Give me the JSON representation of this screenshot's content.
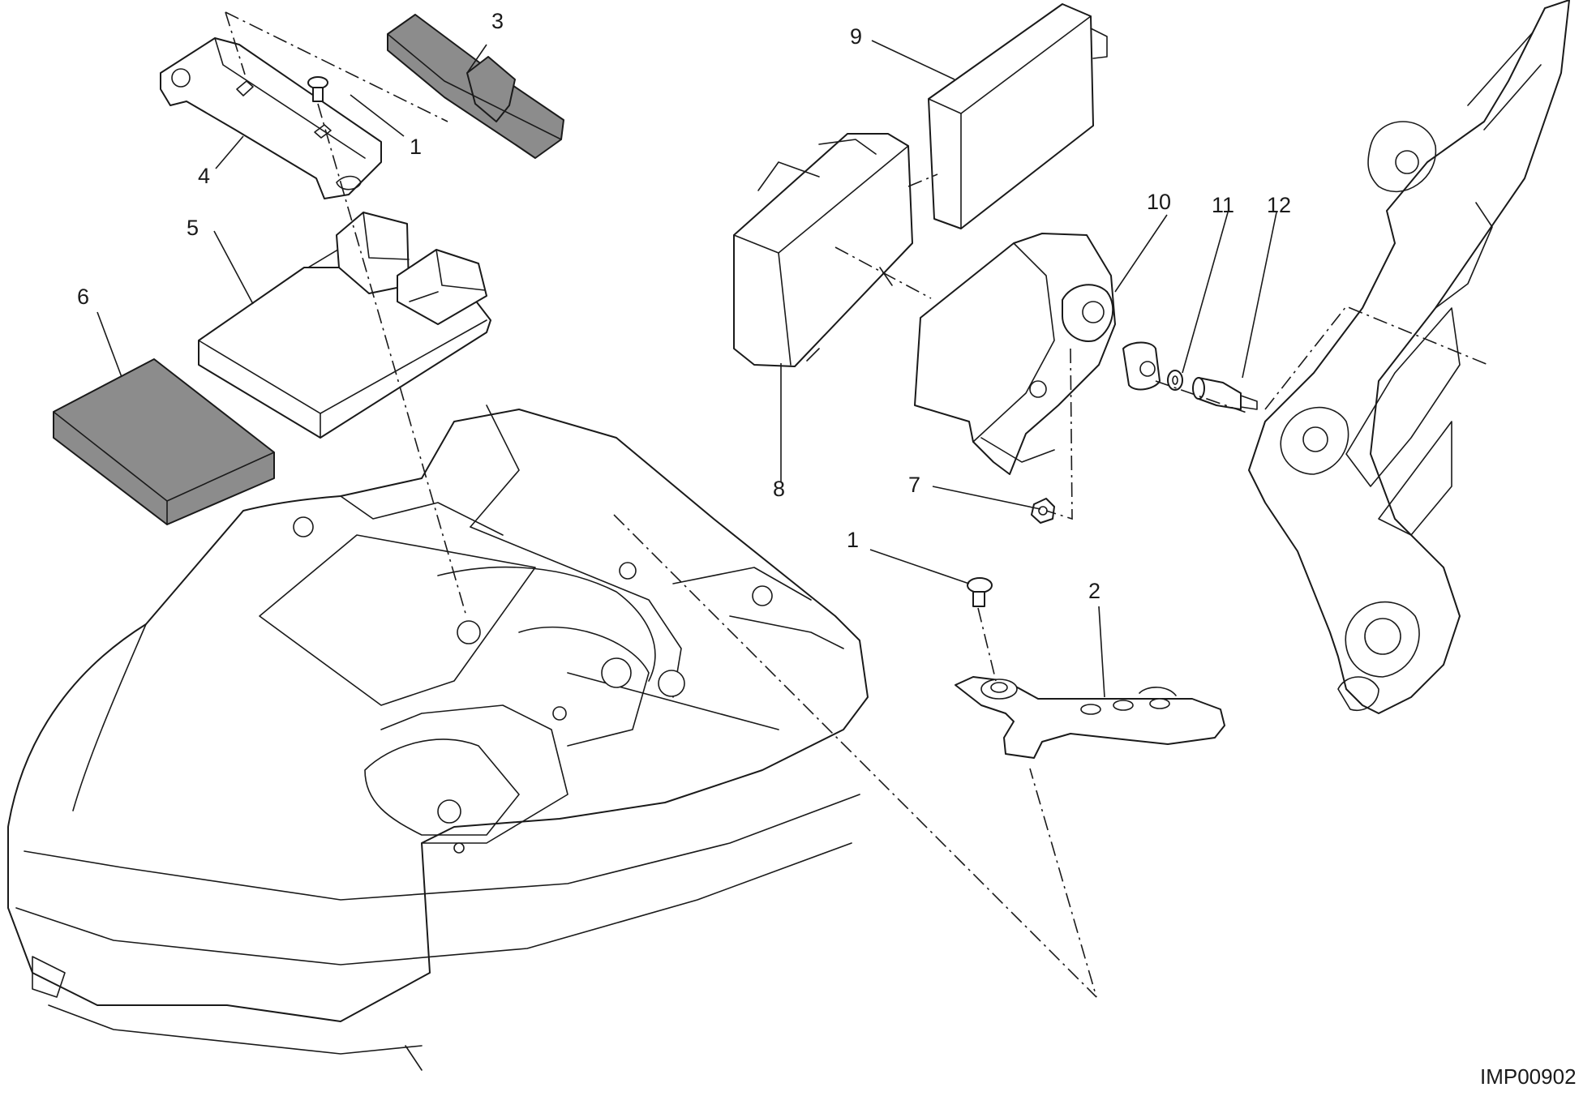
{
  "diagram": {
    "drawing_code": "IMP00902",
    "callouts": [
      {
        "id": "c1a",
        "label": "1"
      },
      {
        "id": "c1b",
        "label": "1"
      },
      {
        "id": "c2",
        "label": "2"
      },
      {
        "id": "c3",
        "label": "3"
      },
      {
        "id": "c4",
        "label": "4"
      },
      {
        "id": "c5",
        "label": "5"
      },
      {
        "id": "c6",
        "label": "6"
      },
      {
        "id": "c7",
        "label": "7"
      },
      {
        "id": "c8",
        "label": "8"
      },
      {
        "id": "c9",
        "label": "9"
      },
      {
        "id": "c10",
        "label": "10"
      },
      {
        "id": "c11",
        "label": "11"
      },
      {
        "id": "c12",
        "label": "12"
      }
    ],
    "colors": {
      "line": "#1a1a1a",
      "shaded_part": "#8c8c8c",
      "background": "#ffffff"
    }
  }
}
